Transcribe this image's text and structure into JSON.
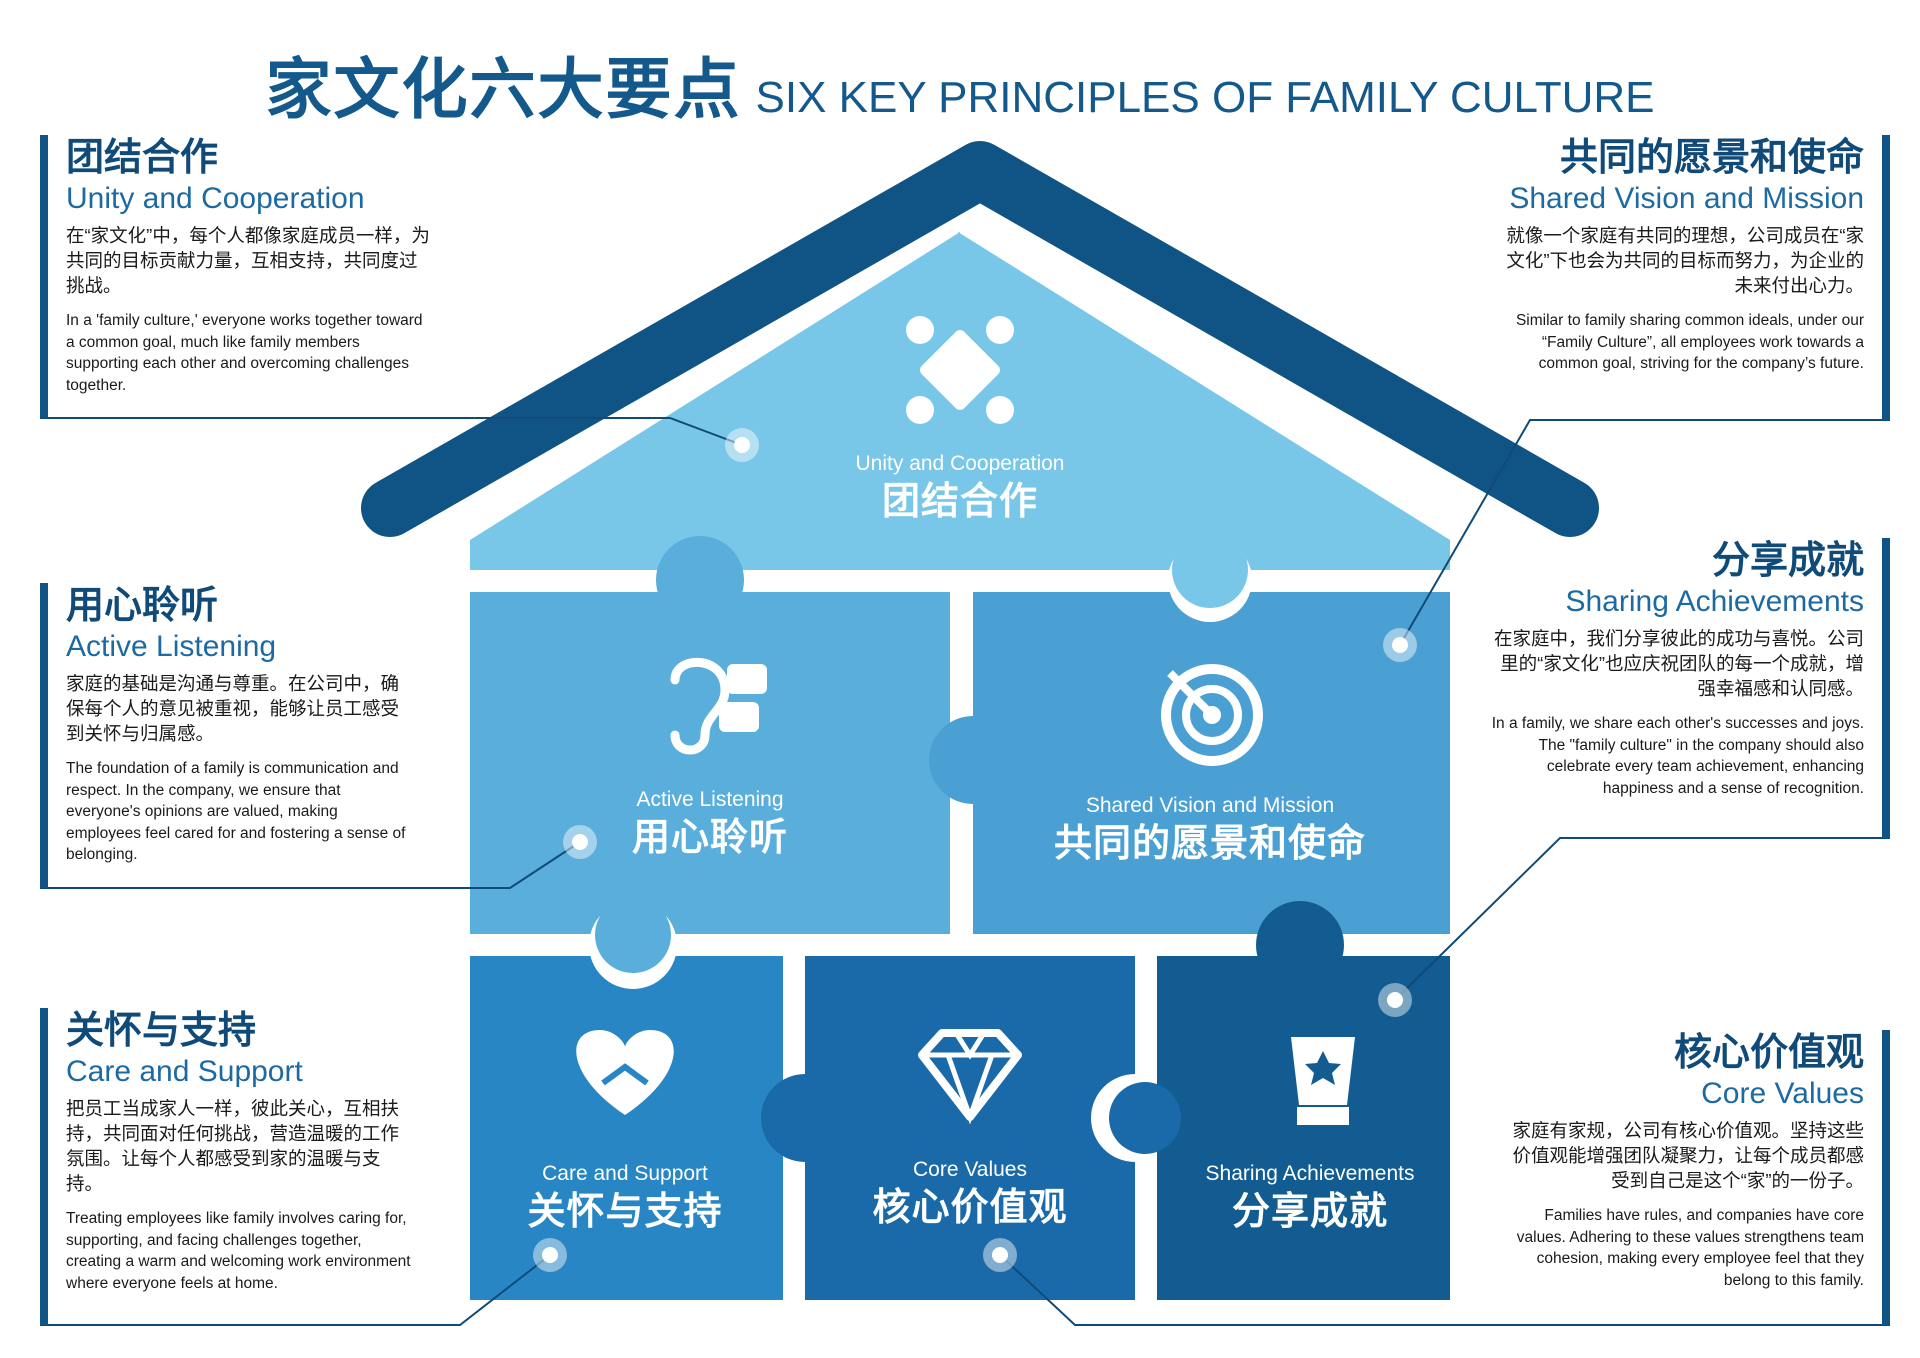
{
  "title": {
    "zh": "家文化六大要点",
    "en": "SIX KEY PRINCIPLES OF FAMILY CULTURE"
  },
  "colors": {
    "roof": "#0f5485",
    "unity": "#78c6e8",
    "listening": "#5aaedc",
    "vision": "#4aa0d3",
    "care": "#2786c3",
    "values": "#1a6aa9",
    "achievements": "#125c91",
    "text_dark": "#0f4a78"
  },
  "pieces": {
    "unity": {
      "en": "Unity and Cooperation",
      "zh": "团结合作",
      "icon": "people-puzzle-icon"
    },
    "listening": {
      "en": "Active Listening",
      "zh": "用心聆听",
      "icon": "ear-speech-icon"
    },
    "vision": {
      "en": "Shared Vision and Mission",
      "zh": "共同的愿景和使命",
      "icon": "target-icon"
    },
    "care": {
      "en": "Care and Support",
      "zh": "关怀与支持",
      "icon": "heart-handshake-icon"
    },
    "values": {
      "en": "Core Values",
      "zh": "核心价值观",
      "icon": "diamond-icon"
    },
    "achievements": {
      "en": "Sharing Achievements",
      "zh": "分享成就",
      "icon": "trophy-icon"
    }
  },
  "panels": {
    "unity": {
      "zh_title": "团结合作",
      "en_title": "Unity and Cooperation",
      "zh_desc": "在“家文化”中，每个人都像家庭成员一样，为共同的目标贡献力量，互相支持，共同度过挑战。",
      "en_desc": "In a 'family culture,' everyone works together toward a common goal, much like family members supporting each other and overcoming challenges together."
    },
    "listening": {
      "zh_title": "用心聆听",
      "en_title": "Active Listening",
      "zh_desc": "家庭的基础是沟通与尊重。在公司中，确保每个人的意见被重视，能够让员工感受到关怀与归属感。",
      "en_desc": "The foundation of a family is communication and respect. In the company, we ensure that everyone's opinions are valued, making employees feel cared for and fostering a sense of belonging."
    },
    "care": {
      "zh_title": "关怀与支持",
      "en_title": "Care and Support",
      "zh_desc": "把员工当成家人一样，彼此关心，互相扶持，共同面对任何挑战，营造温暖的工作氛围。让每个人都感受到家的温暖与支持。",
      "en_desc": "Treating employees like family involves caring for, supporting, and facing challenges together, creating a warm and welcoming work environment where everyone feels at home."
    },
    "vision": {
      "zh_title": "共同的愿景和使命",
      "en_title": "Shared Vision and Mission",
      "zh_desc": "就像一个家庭有共同的理想，公司成员在“家文化”下也会为共同的目标而努力，为企业的未来付出心力。",
      "en_desc": "Similar to family sharing common ideals, under our “Family Culture”, all employees work towards a common goal, striving for the company’s future."
    },
    "achievements": {
      "zh_title": "分享成就",
      "en_title": "Sharing Achievements",
      "zh_desc": "在家庭中，我们分享彼此的成功与喜悦。公司里的“家文化”也应庆祝团队的每一个成就，增强幸福感和认同感。",
      "en_desc": "In a family, we share each other's successes and joys. The \"family culture\" in the company should also celebrate every team achievement, enhancing happiness and a sense of recognition."
    },
    "values": {
      "zh_title": "核心价值观",
      "en_title": "Core Values",
      "zh_desc": "家庭有家规，公司有核心价值观。坚持这些价值观能增强团队凝聚力，让每个成员都感受到自己是这个“家”的一份子。",
      "en_desc": "Families have rules, and companies have core values. Adhering to these values strengthens team cohesion, making every employee feel that they belong to this family."
    }
  }
}
